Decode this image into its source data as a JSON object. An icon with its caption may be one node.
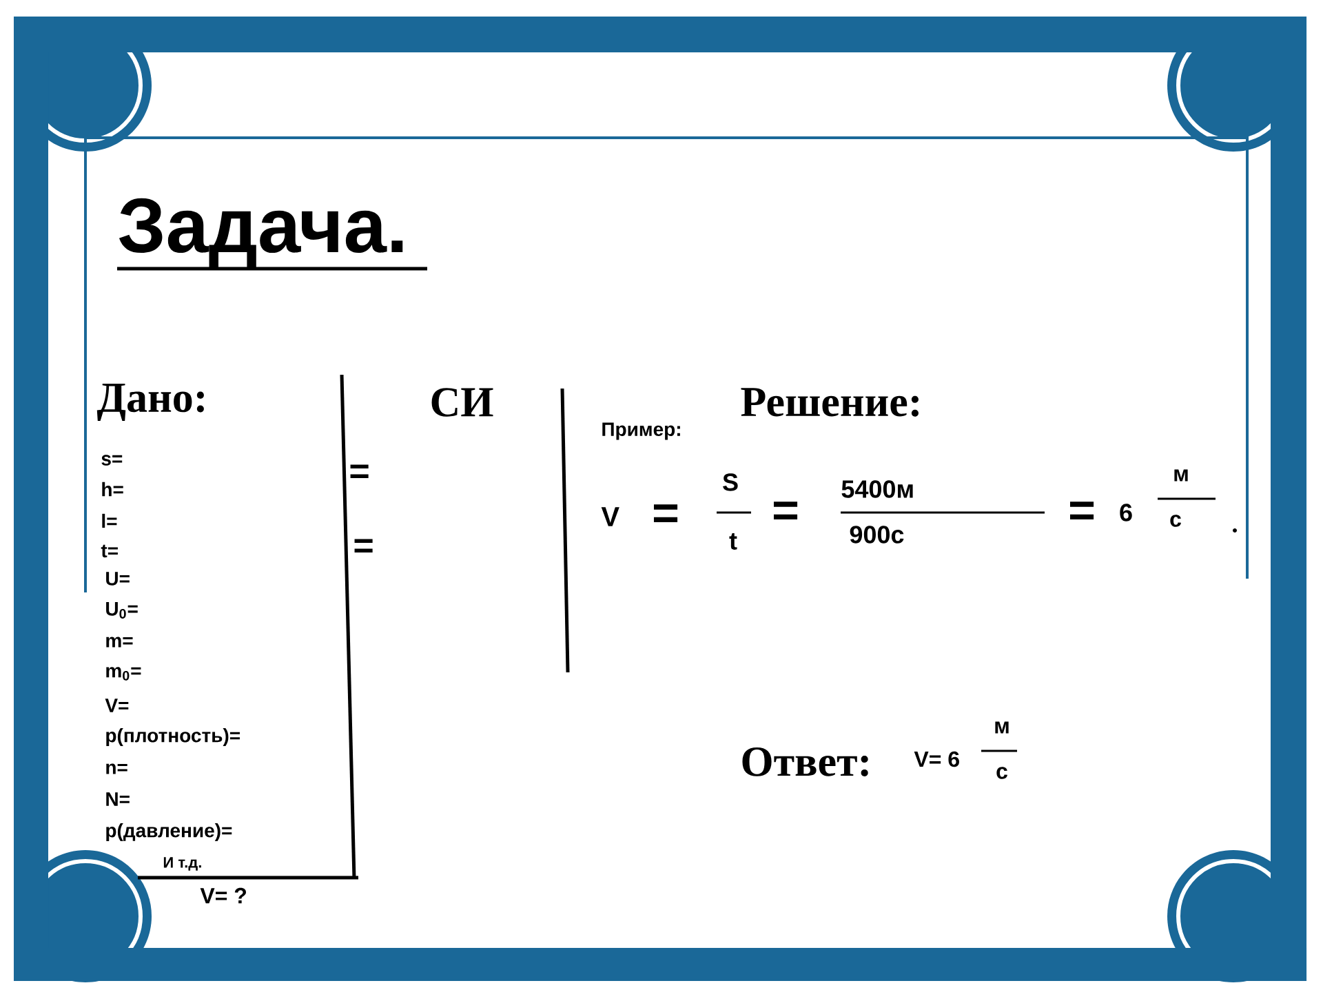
{
  "diagram": {
    "title": "Задача.",
    "labels": [
      "Дано:",
      "СИ",
      "Решение:",
      "s=",
      "h=",
      "l=",
      "t=",
      "U=",
      "U$_{0}$=",
      "m=",
      "m$_{0}$=",
      "V=",
      "p(плотность)=",
      "n=",
      "N=",
      "p(давление)=",
      "И т.д.",
      "V= ?",
      "=",
      "=",
      "Пример:",
      "V",
      "=",
      "S",
      "t",
      "=",
      "5400м",
      "900с",
      "=",
      "6",
      "м",
      "с",
      "Ответ:",
      "V= 6",
      "м",
      "с"
    ]
  }
}
